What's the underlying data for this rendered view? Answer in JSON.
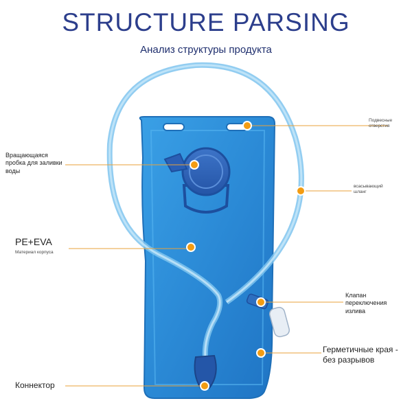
{
  "header": {
    "title": "STRUCTURE PARSING",
    "subtitle": "Анализ структуры продукта"
  },
  "labels": {
    "holes": "Подвесные отверстия",
    "cap": "Вращающаяся пробка для заливки воды",
    "hose": "всасывающий шланг",
    "material_main": "PE+EVA",
    "material_sub": "Материал корпуса",
    "valve": "Клапан переключения излива",
    "edges": "Герметичные края - без разрывов",
    "connector": "Коннектор"
  },
  "colors": {
    "accent": "#f39c12",
    "title": "#2c3e8c",
    "bladder": "#2f8fd8",
    "line": "#e8a23a"
  }
}
